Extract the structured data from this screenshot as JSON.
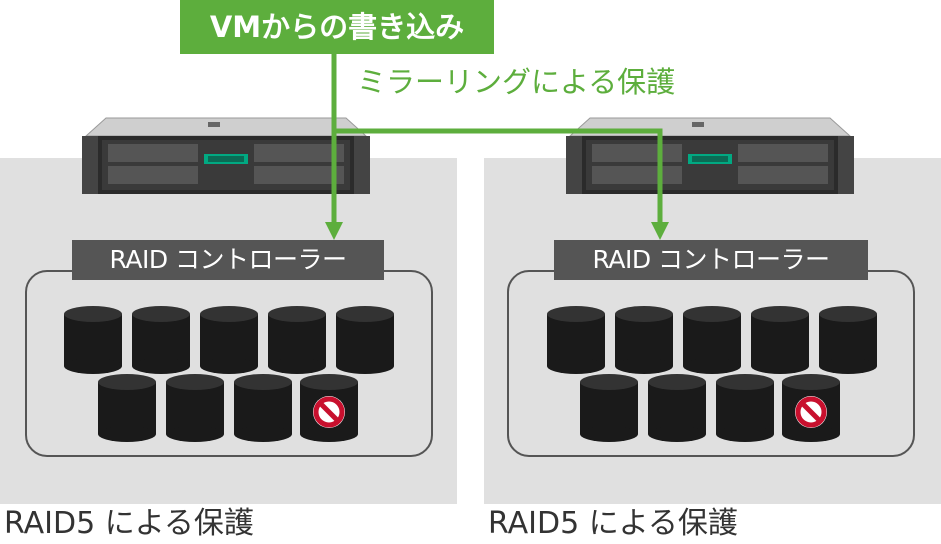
{
  "header": {
    "vm_write_label": "VMからの書き込み",
    "mirroring_label": "ミラーリングによる保護"
  },
  "nodes": [
    {
      "controller_label": "RAID コントローラー",
      "caption": "RAID5 による保護",
      "disks_top_row": 5,
      "disks_bottom_row": 4,
      "failed_disk_position": "bottom-row-4"
    },
    {
      "controller_label": "RAID コントローラー",
      "caption": "RAID5 による保護",
      "disks_top_row": 5,
      "disks_bottom_row": 4,
      "failed_disk_position": "bottom-row-4"
    }
  ],
  "icons": {
    "server": "server-icon",
    "disk": "disk-icon",
    "failed": "prohibited-icon"
  },
  "colors": {
    "accent_green": "#5dae3d",
    "controller_bg": "#555555",
    "panel_bg": "#e0e0e0",
    "disk": "#1a1a1a",
    "failed_red": "#c8102e"
  }
}
